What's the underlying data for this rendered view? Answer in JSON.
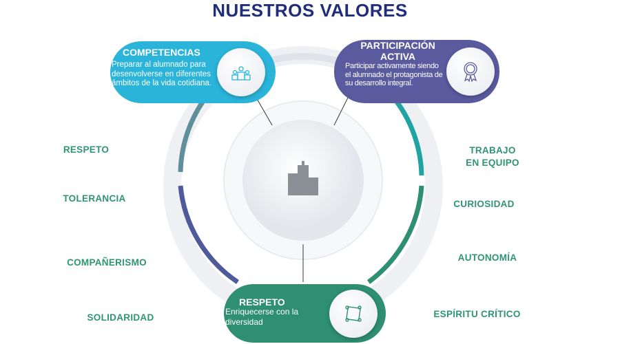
{
  "title": "NUESTROS VALORES",
  "cards": {
    "competencias": {
      "title": "COMPETENCIAS",
      "desc": "Preparar al alumnado para desenvolverse en diferentes ámbitos de la vida cotidiana.",
      "color": "#2bb4d9"
    },
    "participacion": {
      "title": "PARTICIPACIÓN ACTIVA",
      "desc": "Participar activamente siendo el alumnado el protagonista de su desarrollo integral.",
      "color": "#5a5a9f"
    },
    "respeto": {
      "title": "RESPETO",
      "desc": "Enriquecerse con la diversidad",
      "color": "#2e8f71"
    }
  },
  "left_values": [
    "RESPETO",
    "TOLERANCIA",
    "COMPAÑERISMO",
    "SOLIDARIDAD"
  ],
  "right_values": [
    "TRABAJO EN EQUIPO",
    "CURIOSIDAD",
    "AUTONOMÍA",
    "ESPÍRITU CRÍTICO"
  ]
}
